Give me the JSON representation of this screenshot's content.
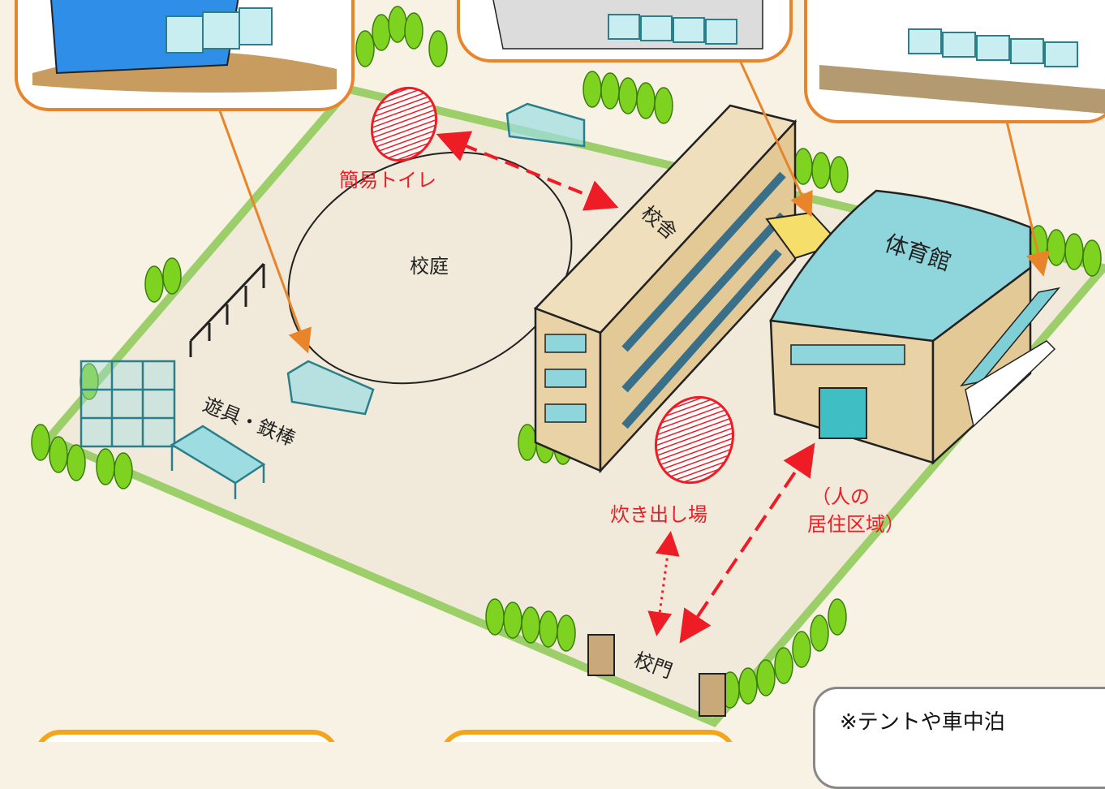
{
  "labels": {
    "toilet": "簡易トイレ",
    "schoolyard": "校庭",
    "school_building": "校舎",
    "gymnasium": "体育館",
    "playground": "遊具・鉄棒",
    "cooking_area": "炊き出し場",
    "residence_line1": "（人の",
    "residence_line2": "居住区域）",
    "school_gate": "校門"
  },
  "note": {
    "text": "※テントや車中泊"
  },
  "colors": {
    "ground": "#f1eada",
    "border_orange": "#e8852b",
    "tree_green": "#7ed321",
    "marker_red": "#ee1c25",
    "building_tan": "#e8d2a6",
    "gym_roof": "#8fd6dc"
  }
}
